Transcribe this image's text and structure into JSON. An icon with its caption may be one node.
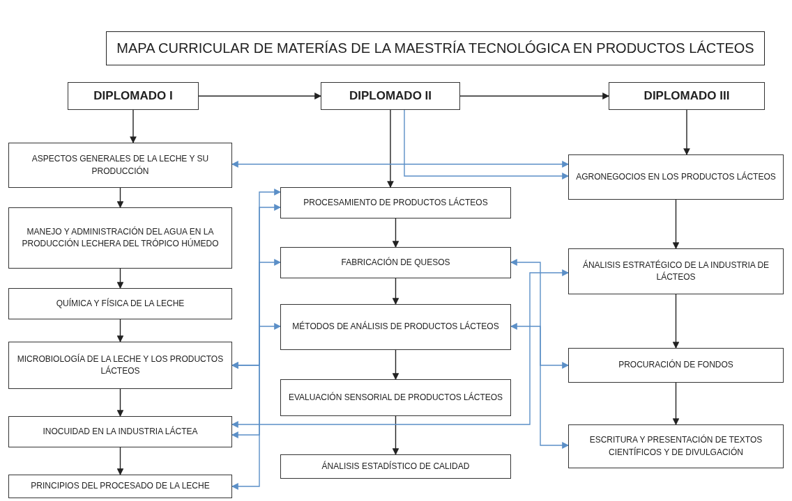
{
  "diagram": {
    "title": "MAPA CURRICULAR DE MATERÍAS DE LA MAESTRÍA TECNOLÓGICA EN PRODUCTOS LÁCTEOS",
    "nodes": [
      {
        "text": [
          "DIPLOMADO I"
        ]
      },
      {
        "text": [
          "DIPLOMADO II"
        ]
      },
      {
        "text": [
          "DIPLOMADO III"
        ]
      },
      {
        "text": [
          "ASPECTOS GENERALES DE LA LECHE Y SU PRODUCCIÓN"
        ]
      },
      {
        "text": [
          "MANEJO Y ADMINISTRACIÓN DEL AGUA EN LA PRODUCCIÓN LECHERA DEL TRÓPICO HÚMEDO"
        ]
      },
      {
        "text": [
          "QUÍMICA Y FÍSICA DE LA LECHE"
        ]
      },
      {
        "text": [
          "MICROBIOLOGÍA DE LA LECHE Y LOS PRODUCTOS LÁCTEOS"
        ]
      },
      {
        "text": [
          "INOCUIDAD EN LA INDUSTRIA LÁCTEA"
        ]
      },
      {
        "text": [
          "PRINCIPIOS DEL PROCESADO DE LA LECHE"
        ]
      },
      {
        "text": [
          "PROCESAMIENTO DE PRODUCTOS LÁCTEOS"
        ]
      },
      {
        "text": [
          "FABRICACIÓN DE QUESOS"
        ]
      },
      {
        "text": [
          "MÉTODOS DE ANÁLISIS DE PRODUCTOS LÁCTEOS"
        ]
      },
      {
        "text": [
          "EVALUACIÓN SENSORIAL DE PRODUCTOS LÁCTEOS"
        ]
      },
      {
        "text": [
          "ÁNALISIS ESTADÍSTICO DE CALIDAD"
        ]
      },
      {
        "text": [
          "AGRONEGOCIOS EN LOS PRODUCTOS LÁCTEOS"
        ]
      },
      {
        "text": [
          "ÁNALISIS ESTRATÉGICO DE LA INDUSTRIA DE LÁCTEOS"
        ]
      },
      {
        "text": [
          "PROCURACIÓN DE FONDOS"
        ]
      },
      {
        "text": [
          "ESCRITURA Y PRESENTACIÓN DE TEXTOS CIENTÍFICOS Y DE DIVULGACIÓN"
        ]
      }
    ],
    "edges": [
      {
        "from": 0,
        "to": 1,
        "arrow": "to"
      },
      {
        "from": 1,
        "to": 2,
        "arrow": "to"
      },
      {
        "from": 0,
        "to": 3,
        "arrow": "to"
      },
      {
        "from": 3,
        "to": 4,
        "arrow": "to"
      },
      {
        "from": 4,
        "to": 5,
        "arrow": "to"
      },
      {
        "from": 5,
        "to": 6,
        "arrow": "to"
      },
      {
        "from": 6,
        "to": 7,
        "arrow": "to"
      },
      {
        "from": 7,
        "to": 8,
        "arrow": "to"
      },
      {
        "from": 1,
        "to": 9,
        "arrow": "to"
      },
      {
        "from": 9,
        "to": 10,
        "arrow": "to"
      },
      {
        "from": 10,
        "to": 11,
        "arrow": "to"
      },
      {
        "from": 11,
        "to": 12,
        "arrow": "to"
      },
      {
        "from": 12,
        "to": 13,
        "arrow": "to"
      },
      {
        "from": 2,
        "to": 14,
        "arrow": "to"
      },
      {
        "from": 14,
        "to": 15,
        "arrow": "to"
      },
      {
        "from": 15,
        "to": 16,
        "arrow": "to"
      },
      {
        "from": 16,
        "to": 17,
        "arrow": "to"
      },
      {
        "from": 3,
        "to": 14,
        "arrow": "both",
        "color": "#5b8fc7"
      },
      {
        "from": 1,
        "to": 14,
        "arrow": "to",
        "color": "#5b8fc7"
      },
      {
        "from": 7,
        "to": 15,
        "arrow": "both",
        "color": "#5b8fc7"
      },
      {
        "from": 10,
        "to": 16,
        "arrow": "both",
        "color": "#5b8fc7"
      },
      {
        "from": 11,
        "to": 17,
        "arrow": "both",
        "color": "#5b8fc7"
      },
      {
        "from": 6,
        "to": 9,
        "arrow": "both",
        "color": "#5b8fc7"
      },
      {
        "from": 7,
        "to": 9,
        "arrow": "both",
        "color": "#5b8fc7"
      },
      {
        "from": 8,
        "to": 10,
        "arrow": "both",
        "color": "#5b8fc7"
      },
      {
        "from": 6,
        "to": 11,
        "arrow": "both",
        "color": "#5b8fc7"
      }
    ]
  }
}
